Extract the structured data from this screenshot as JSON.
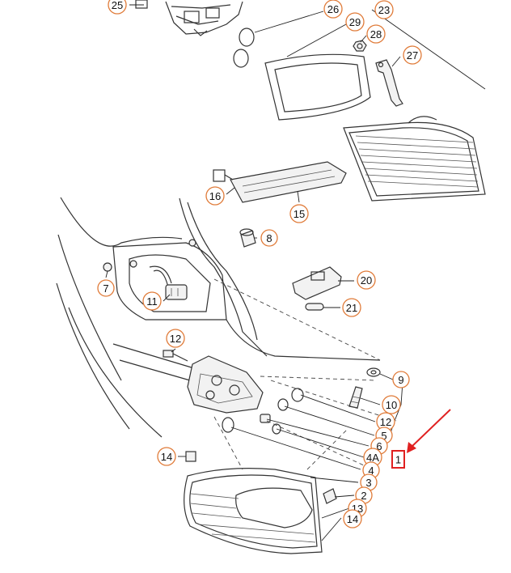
{
  "callout_color": "#e07b39",
  "highlight_color": "#e02020",
  "ink_color": "#333333",
  "callouts": [
    {
      "label": "25"
    },
    {
      "label": "26"
    },
    {
      "label": "23"
    },
    {
      "label": "29"
    },
    {
      "label": "28"
    },
    {
      "label": "27"
    },
    {
      "label": "16"
    },
    {
      "label": "15"
    },
    {
      "label": "8"
    },
    {
      "label": "7"
    },
    {
      "label": "11"
    },
    {
      "label": "20"
    },
    {
      "label": "21"
    },
    {
      "label": "12"
    },
    {
      "label": "9"
    },
    {
      "label": "10"
    },
    {
      "label": "12"
    },
    {
      "label": "5"
    },
    {
      "label": "6"
    },
    {
      "label": "4A"
    },
    {
      "label": "4"
    },
    {
      "label": "3"
    },
    {
      "label": "2"
    },
    {
      "label": "13"
    },
    {
      "label": "14"
    },
    {
      "label": "14"
    }
  ],
  "highlight_label": "1"
}
